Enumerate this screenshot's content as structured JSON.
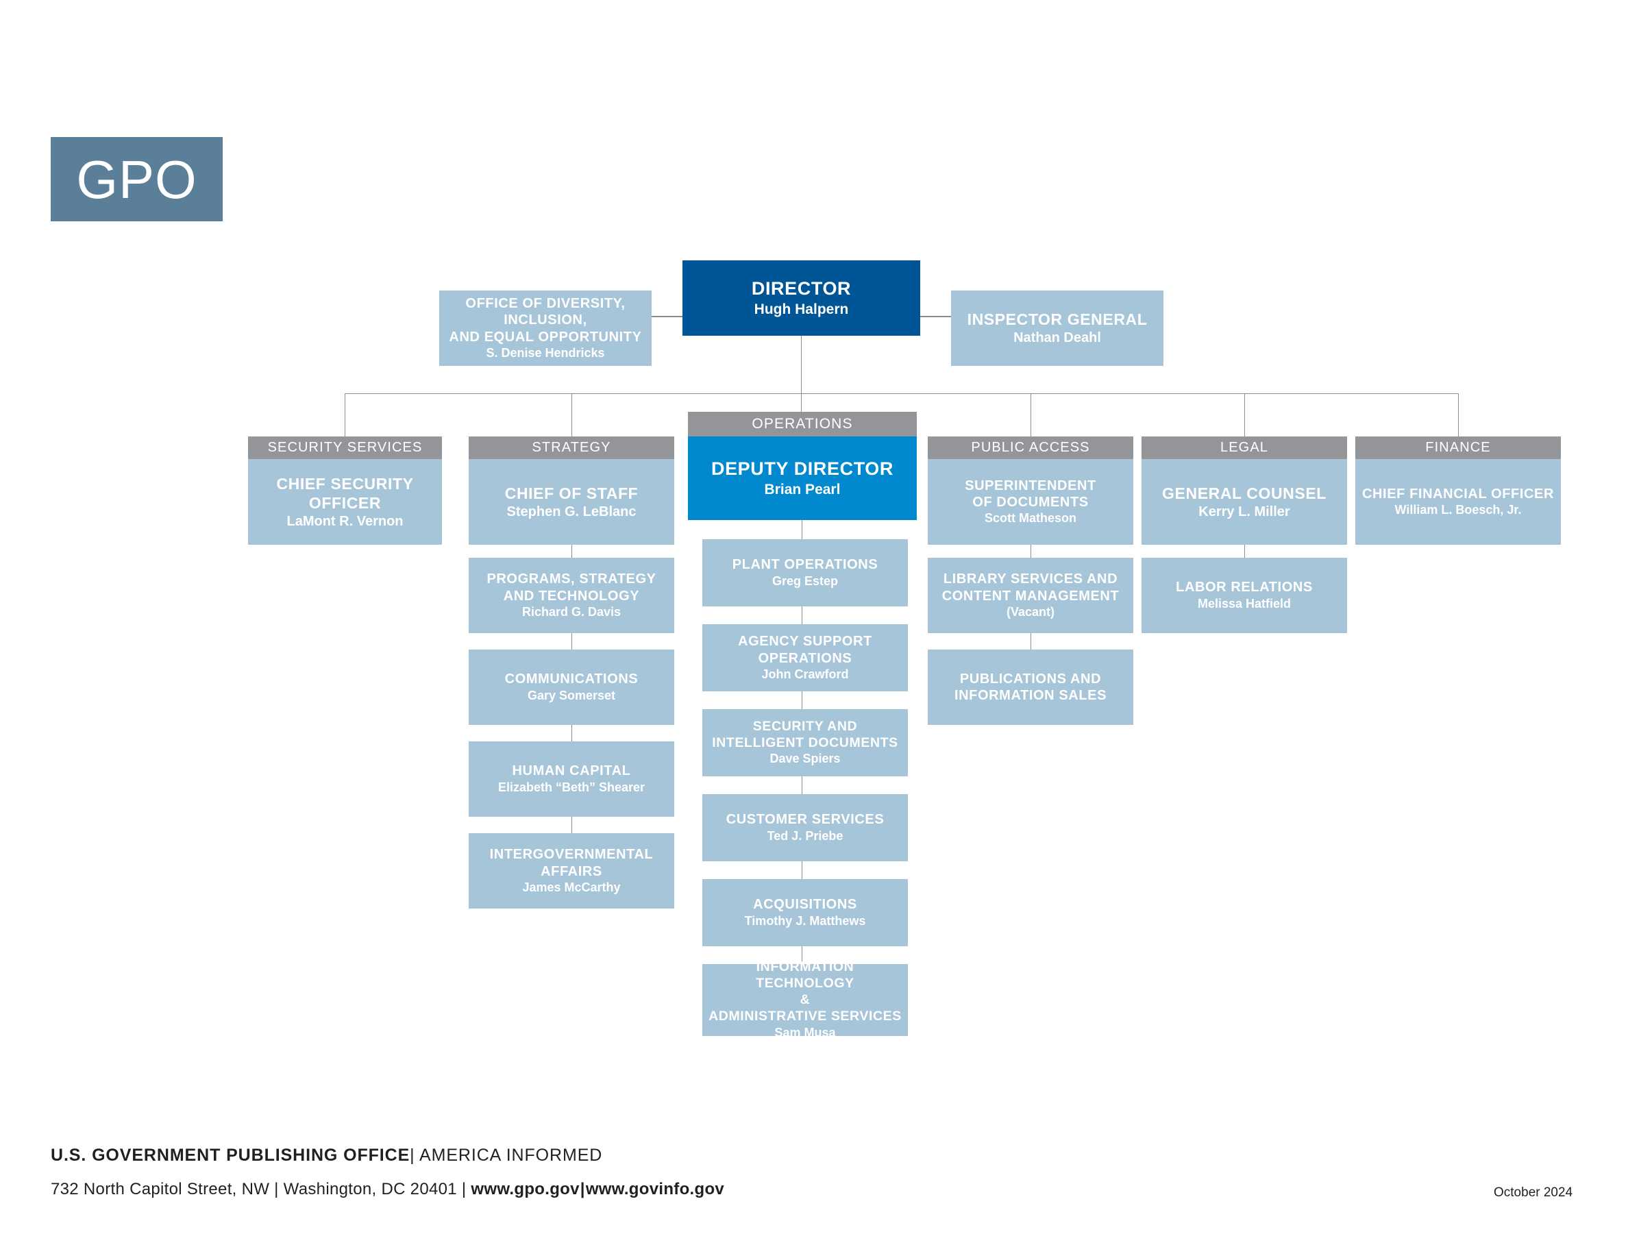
{
  "logo": {
    "text": "GPO",
    "color": "#5c7f99"
  },
  "colors": {
    "director": "#005596",
    "deputy": "#0089cf",
    "unit": "#a6c5d8",
    "header": "#939598",
    "connector": "#8a8c8e"
  },
  "top": {
    "director": {
      "title": "DIRECTOR",
      "person": "Hugh Halpern"
    },
    "diversity": {
      "title_lines": [
        "OFFICE OF DIVERSITY,",
        "INCLUSION,",
        "AND EQUAL OPPORTUNITY"
      ],
      "title": "OFFICE OF DIVERSITY, INCLUSION, AND EQUAL OPPORTUNITY",
      "person": "S. Denise Hendricks"
    },
    "inspector_general": {
      "title": "INSPECTOR GENERAL",
      "person": "Nathan Deahl"
    }
  },
  "columns": [
    {
      "header": "SECURITY SERVICES",
      "lead": {
        "title": "CHIEF SECURITY OFFICER",
        "person": "LaMont R. Vernon"
      },
      "children": []
    },
    {
      "header": "STRATEGY",
      "lead": {
        "title": "CHIEF OF STAFF",
        "person": "Stephen G. LeBlanc"
      },
      "children": [
        {
          "title_lines": [
            "PROGRAMS, STRATEGY",
            "AND TECHNOLOGY"
          ],
          "title": "PROGRAMS, STRATEGY AND TECHNOLOGY",
          "person": "Richard G. Davis"
        },
        {
          "title_lines": [
            "COMMUNICATIONS"
          ],
          "title": "COMMUNICATIONS",
          "person": "Gary Somerset"
        },
        {
          "title_lines": [
            "HUMAN CAPITAL"
          ],
          "title": "HUMAN CAPITAL",
          "person": "Elizabeth “Beth” Shearer"
        },
        {
          "title_lines": [
            "INTERGOVERNMENTAL",
            "AFFAIRS"
          ],
          "title": "INTERGOVERNMENTAL AFFAIRS",
          "person": "James McCarthy"
        }
      ]
    },
    {
      "header": "OPERATIONS",
      "lead": {
        "title": "DEPUTY DIRECTOR",
        "person": "Brian Pearl"
      },
      "children": [
        {
          "title_lines": [
            "PLANT OPERATIONS"
          ],
          "title": "PLANT OPERATIONS",
          "person": "Greg Estep"
        },
        {
          "title_lines": [
            "AGENCY SUPPORT",
            "OPERATIONS"
          ],
          "title": "AGENCY SUPPORT OPERATIONS",
          "person": "John Crawford"
        },
        {
          "title_lines": [
            "SECURITY AND",
            "INTELLIGENT DOCUMENTS"
          ],
          "title": "SECURITY AND INTELLIGENT DOCUMENTS",
          "person": "Dave Spiers"
        },
        {
          "title_lines": [
            "CUSTOMER SERVICES"
          ],
          "title": "CUSTOMER SERVICES",
          "person": "Ted J. Priebe"
        },
        {
          "title_lines": [
            "ACQUISITIONS"
          ],
          "title": "ACQUISITIONS",
          "person": "Timothy J. Matthews"
        },
        {
          "title_lines": [
            "INFORMATION TECHNOLOGY",
            "&",
            "ADMINISTRATIVE SERVICES"
          ],
          "title": "INFORMATION TECHNOLOGY & ADMINISTRATIVE SERVICES",
          "person": "Sam Musa"
        }
      ]
    },
    {
      "header": "PUBLIC ACCESS",
      "lead": {
        "title_lines": [
          "SUPERINTENDENT",
          "OF DOCUMENTS"
        ],
        "title": "SUPERINTENDENT OF DOCUMENTS",
        "person": "Scott Matheson"
      },
      "children": [
        {
          "title_lines": [
            "LIBRARY SERVICES AND",
            "CONTENT MANAGEMENT"
          ],
          "title": "LIBRARY SERVICES AND CONTENT MANAGEMENT",
          "person": "(Vacant)"
        },
        {
          "title_lines": [
            "PUBLICATIONS AND",
            "INFORMATION SALES"
          ],
          "title": "PUBLICATIONS AND INFORMATION SALES",
          "person": ""
        }
      ]
    },
    {
      "header": "LEGAL",
      "lead": {
        "title": "GENERAL COUNSEL",
        "person": "Kerry L. Miller"
      },
      "children": [
        {
          "title_lines": [
            "LABOR RELATIONS"
          ],
          "title": "LABOR RELATIONS",
          "person": "Melissa Hatfield"
        }
      ]
    },
    {
      "header": "FINANCE",
      "lead": {
        "title": "CHIEF FINANCIAL OFFICER",
        "person": "William L. Boesch, Jr."
      },
      "children": []
    }
  ],
  "footer": {
    "agency_bold": "U.S. GOVERNMENT PUBLISHING OFFICE",
    "tagline": "| AMERICA INFORMED",
    "address": "732 North Capitol Street, NW | Washington, DC 20401 | ",
    "url1": "www.gpo.gov",
    "url_sep": "|",
    "url2": "www.govinfo.gov",
    "date": "October 2024"
  }
}
